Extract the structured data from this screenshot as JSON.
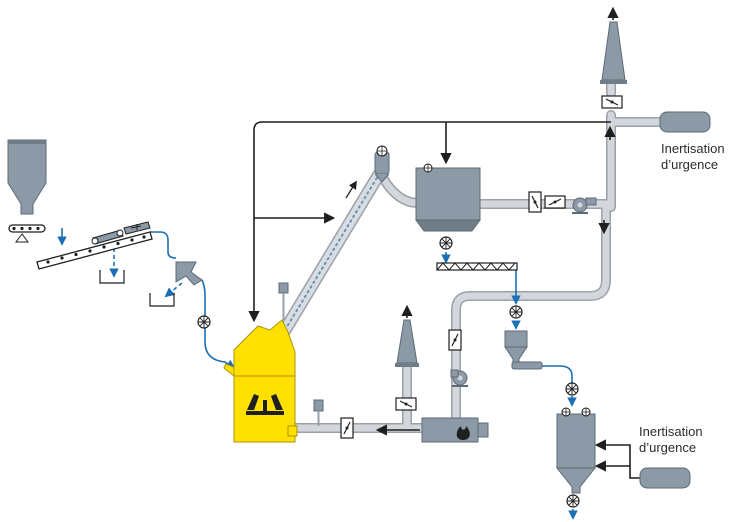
{
  "labels": {
    "inertisation_top": [
      "Inertisation",
      "d’urgence"
    ],
    "inertisation_bottom": [
      "Inertisation",
      "d’urgence"
    ]
  },
  "colors": {
    "pipe": "#d3d7db",
    "pipe_edge": "#9aa1a8",
    "equipment": "#8b9aa6",
    "equipment_dark": "#5c6a75",
    "mill": "#ffe000",
    "mill_edge": "#a89600",
    "flow_line": "#1f1f1f",
    "material_flow": "#1a6fb5"
  }
}
